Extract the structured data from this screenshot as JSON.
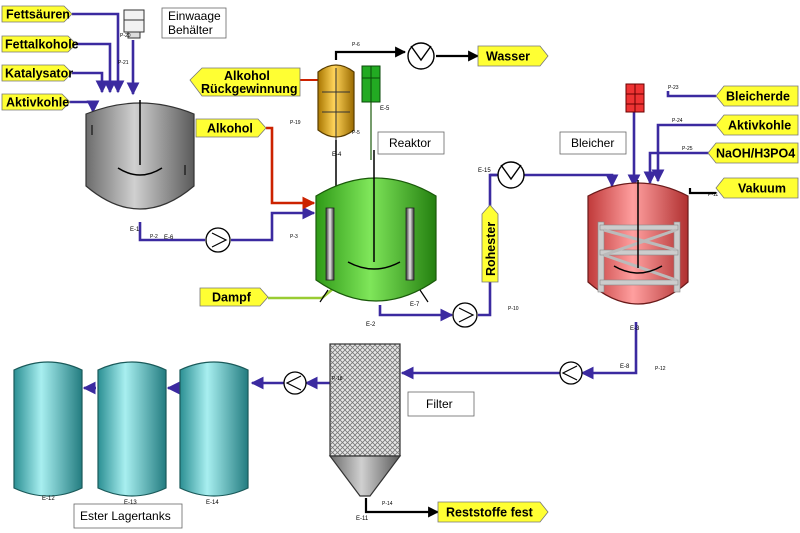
{
  "inputs": {
    "fettsaeuren": "Fettsäuren",
    "fettalkohole": "Fettalkohole",
    "katalysator": "Katalysator",
    "aktivkohle1": "Aktivkohle",
    "alkohol_rueck_1": "Alkohol",
    "alkohol_rueck_2": "Rückgewinnung",
    "alkohol": "Alkohol",
    "dampf": "Dampf",
    "bleicherde": "Bleicherde",
    "aktivkohle2": "Aktivkohle",
    "naoh": "NaOH/H3PO4",
    "vakuum": "Vakuum"
  },
  "outputs": {
    "wasser": "Wasser",
    "rohester": "Rohester",
    "reststoffe": "Reststoffe fest"
  },
  "labels": {
    "einwaage_1": "Einwaage",
    "einwaage_2": "Behälter",
    "reaktor": "Reaktor",
    "bleicher": "Bleicher",
    "filter": "Filter",
    "ester": "Ester Lagertanks"
  },
  "equipment_ids": {
    "e1": "E-1",
    "e2": "E-2",
    "e3": "E-3",
    "e4": "E-4",
    "e5": "E-5",
    "e6": "E-6",
    "e7": "E-7",
    "e8": "E-8",
    "e11": "E-11",
    "e12": "E-12",
    "e13": "E-13",
    "e14": "E-14",
    "e15": "E-15"
  },
  "pipe_ids": {
    "p2": "P-2",
    "p3": "P-3",
    "p5": "P-5",
    "p6": "P-6",
    "p10": "P-10",
    "p11": "P-11",
    "p12": "P-12",
    "p14": "P-14",
    "p18": "P-18",
    "p19": "P-19",
    "p20": "P-20",
    "p21": "P-21",
    "p23": "P-23",
    "p24": "P-24",
    "p25": "P-25"
  },
  "colors": {
    "input_tag": "#ffff33",
    "pipe": "#3b2aa0",
    "steam": "#99cc33",
    "alcohol_line": "#cc2200",
    "reactor": "#44cc22",
    "bleacher": "#ee5555",
    "feed_tank": "#9a9a9a",
    "storage": "#55c8c8",
    "condenser": "#cc9900"
  }
}
